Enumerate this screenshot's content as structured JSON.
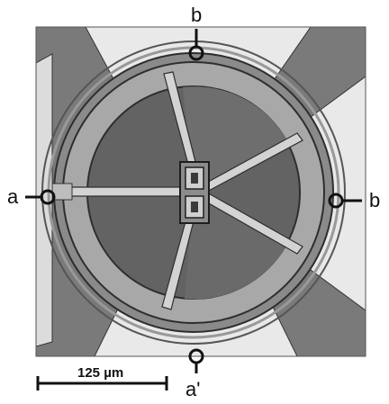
{
  "labels": {
    "top": "b",
    "left": "a",
    "right": "b",
    "bottom": "a'"
  },
  "scale_bar": {
    "text": "125 µm"
  },
  "colors": {
    "frame_dark": "#6e6e6e",
    "frame_light": "#e4e4e4",
    "ring": "#a9a9a9",
    "ring_edge": "#3a3a3a",
    "sector_dark": "#646464",
    "sector_light": "#9a9a9a",
    "spoke": "#d2d2d2",
    "marker": "#111111"
  }
}
